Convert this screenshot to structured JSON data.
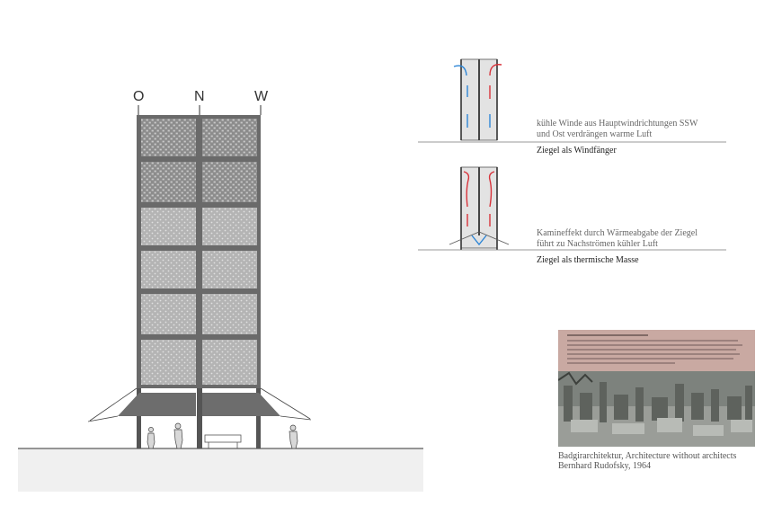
{
  "compass": {
    "east": "O",
    "north": "N",
    "west": "W"
  },
  "diagram1": {
    "caption_line1": "kühle Winde aus Hauptwindrichtungen SSW",
    "caption_line2": "und Ost verdrängen warme Luft",
    "title": "Ziegel als Windfänger"
  },
  "diagram2": {
    "caption_line1": "Kamineffekt durch Wärmeabgabe der Ziegel",
    "caption_line2": "führt zu Nachströmen kühler Luft",
    "title": "Ziegel als thermische Masse"
  },
  "photo": {
    "caption_line1": "Badgirarchitektur, Architecture without architects",
    "caption_line2": "Bernhard Rudofsky, 1964"
  },
  "colors": {
    "cool_air": "#2e86d6",
    "warm_air": "#d8323a",
    "line": "#555555",
    "ground": "#f0f0f0",
    "panel": "#9a9a9a"
  }
}
